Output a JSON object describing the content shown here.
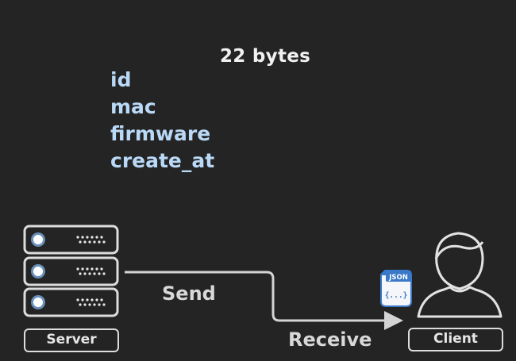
{
  "payload": {
    "size_label": "22 bytes",
    "fields": [
      "id",
      "mac",
      "firmware",
      "create_at"
    ]
  },
  "flow": {
    "send_label": "Send",
    "receive_label": "Receive"
  },
  "nodes": {
    "server_label": "Server",
    "client_label": "Client"
  },
  "json_badge": {
    "tag": "JSON",
    "body": "{...}"
  },
  "colors": {
    "background": "#242424",
    "field_text": "#b9d9f6",
    "outline": "#dcdcdc",
    "badge_blue": "#3a78c9"
  }
}
